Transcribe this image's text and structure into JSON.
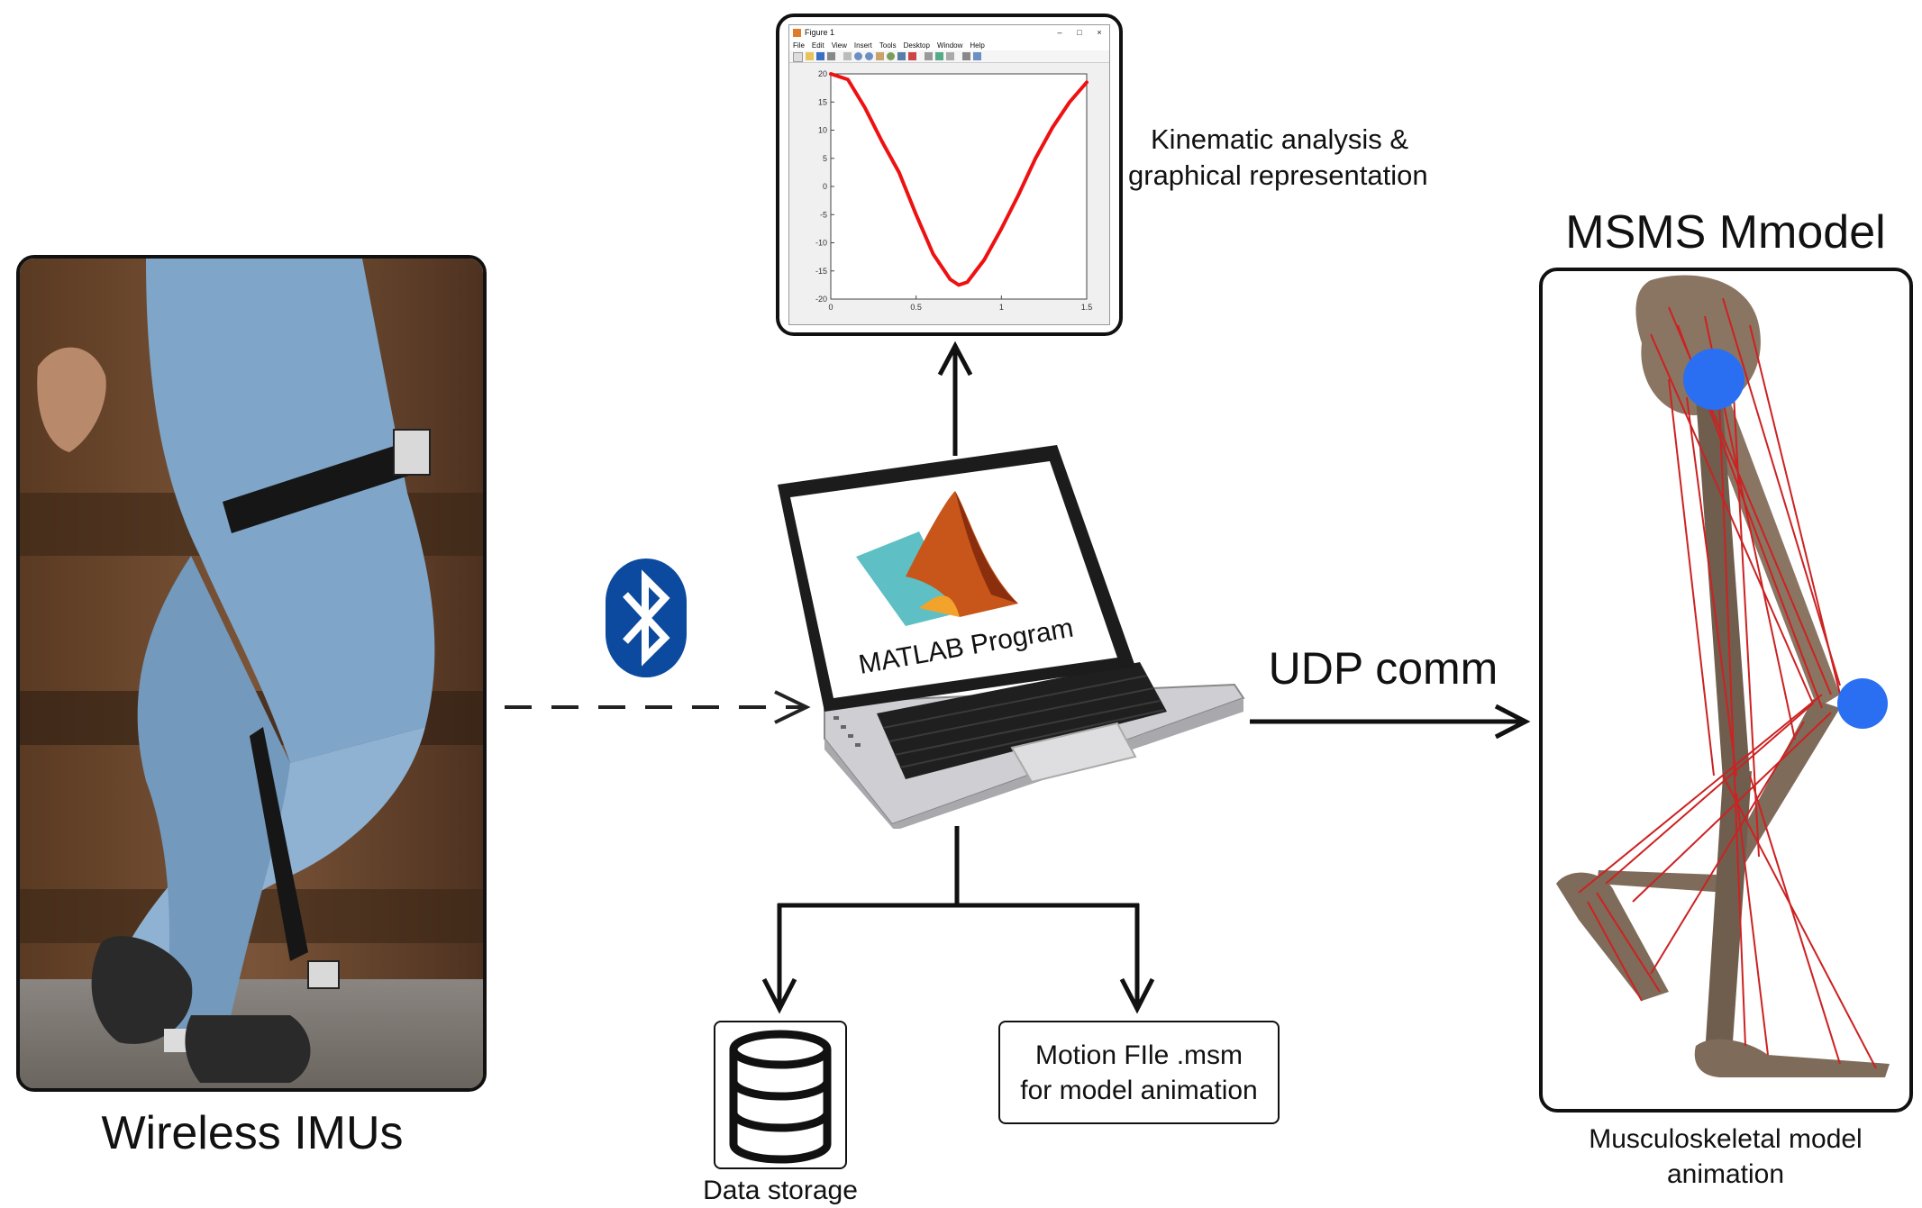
{
  "imus": {
    "label": "Wireless IMUs"
  },
  "figure_window": {
    "title": "Figure 1",
    "menu": [
      "File",
      "Edit",
      "View",
      "Insert",
      "Tools",
      "Desktop",
      "Window",
      "Help"
    ],
    "caption_line1": "Kinematic analysis &",
    "caption_line2": "graphical representation"
  },
  "chart_data": {
    "type": "line",
    "x": [
      0,
      0.1,
      0.2,
      0.3,
      0.4,
      0.5,
      0.6,
      0.7,
      0.75,
      0.8,
      0.9,
      1.0,
      1.1,
      1.2,
      1.3,
      1.4,
      1.5
    ],
    "y": [
      20,
      19,
      14,
      8,
      2.5,
      -5,
      -12,
      -16.5,
      -17.5,
      -17,
      -13,
      -7.5,
      -1.5,
      5,
      10.5,
      15,
      18.5
    ],
    "xlim": [
      0,
      1.5
    ],
    "ylim": [
      -20,
      20
    ],
    "xticks": [
      "0",
      "0.5",
      "1",
      "1.5"
    ],
    "yticks": [
      "20",
      "15",
      "10",
      "5",
      "0",
      "-5",
      "-10",
      "-15",
      "-20"
    ],
    "line_color": "#ee1111",
    "grid": false
  },
  "laptop": {
    "screen_label": "MATLAB Program"
  },
  "links": {
    "wireless_icon": "bluetooth-icon",
    "udp_label": "UDP comm"
  },
  "storage": {
    "label": "Data storage"
  },
  "motion_file": {
    "line1": "Motion FIle .msm",
    "line2": "for model animation"
  },
  "model": {
    "title": "MSMS Mmodel",
    "caption_line1": "Musculoskeletal model",
    "caption_line2": "animation"
  },
  "colors": {
    "bluetooth": "#0b4a9e",
    "joint": "#2a6ff2",
    "muscle": "#cc2222",
    "bone": "#8a7563",
    "denim": "#7fa6c9"
  }
}
